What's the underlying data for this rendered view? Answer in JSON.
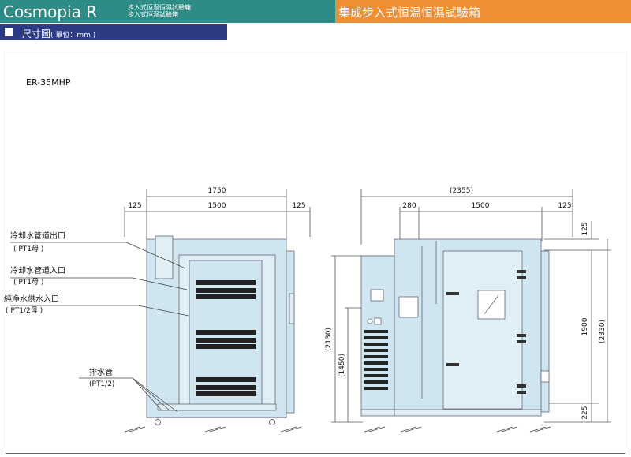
{
  "header": {
    "brand": "Cosmopia R",
    "subtitle_lines": [
      "步入式恒温恒濕試驗箱",
      "步入式恒温試驗箱"
    ],
    "title_right": "集成步入式恒温恒濕試驗箱",
    "left_color": "#2d8c86",
    "right_color": "#f08e35"
  },
  "section": {
    "label": "尺寸圖",
    "unit": "( 單位：mm )",
    "color": "#2c3b83"
  },
  "diagram": {
    "model": "ER-35MHP",
    "body_color": "#cfe6f0",
    "left_view": {
      "dims": {
        "total": "1750",
        "center": "1500",
        "left_margin": "125",
        "right_margin": "125"
      },
      "callouts": [
        "冷却水管道出口",
        "( PT1母 )",
        "冷却水管道入口",
        "( PT1母 )",
        "純净水供水入口",
        "( PT1/2母 )",
        "排水管",
        "(PT1/2)"
      ]
    },
    "right_view": {
      "dims": {
        "total": "(2355)",
        "left": "280",
        "center": "1500",
        "right": "125",
        "top": "125",
        "height_mid": "1900",
        "bottom": "225",
        "total_height": "(2330)",
        "left_h1": "(2130)",
        "left_h2": "(1450)"
      }
    }
  }
}
